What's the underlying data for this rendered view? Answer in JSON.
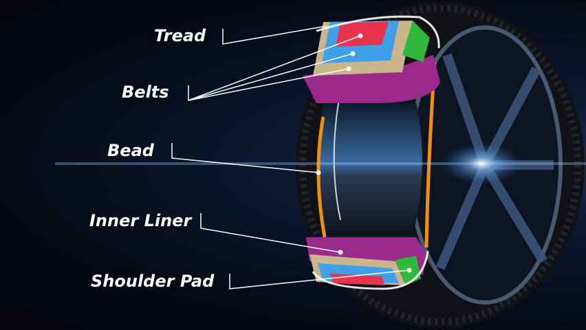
{
  "labels": {
    "tread": "Tread",
    "belts": "Belts",
    "bead": "Bead",
    "inner_liner": "Inner Liner",
    "shoulder_pad": "Shoulder Pad"
  },
  "colors": {
    "tread": "#e8334f",
    "belt_blue": "#3fa0e8",
    "belt_tan": "#c9b48c",
    "ply_purple": "#9b2a8c",
    "shoulder_green": "#2fb83a",
    "bead_orange": "#f0900f"
  }
}
